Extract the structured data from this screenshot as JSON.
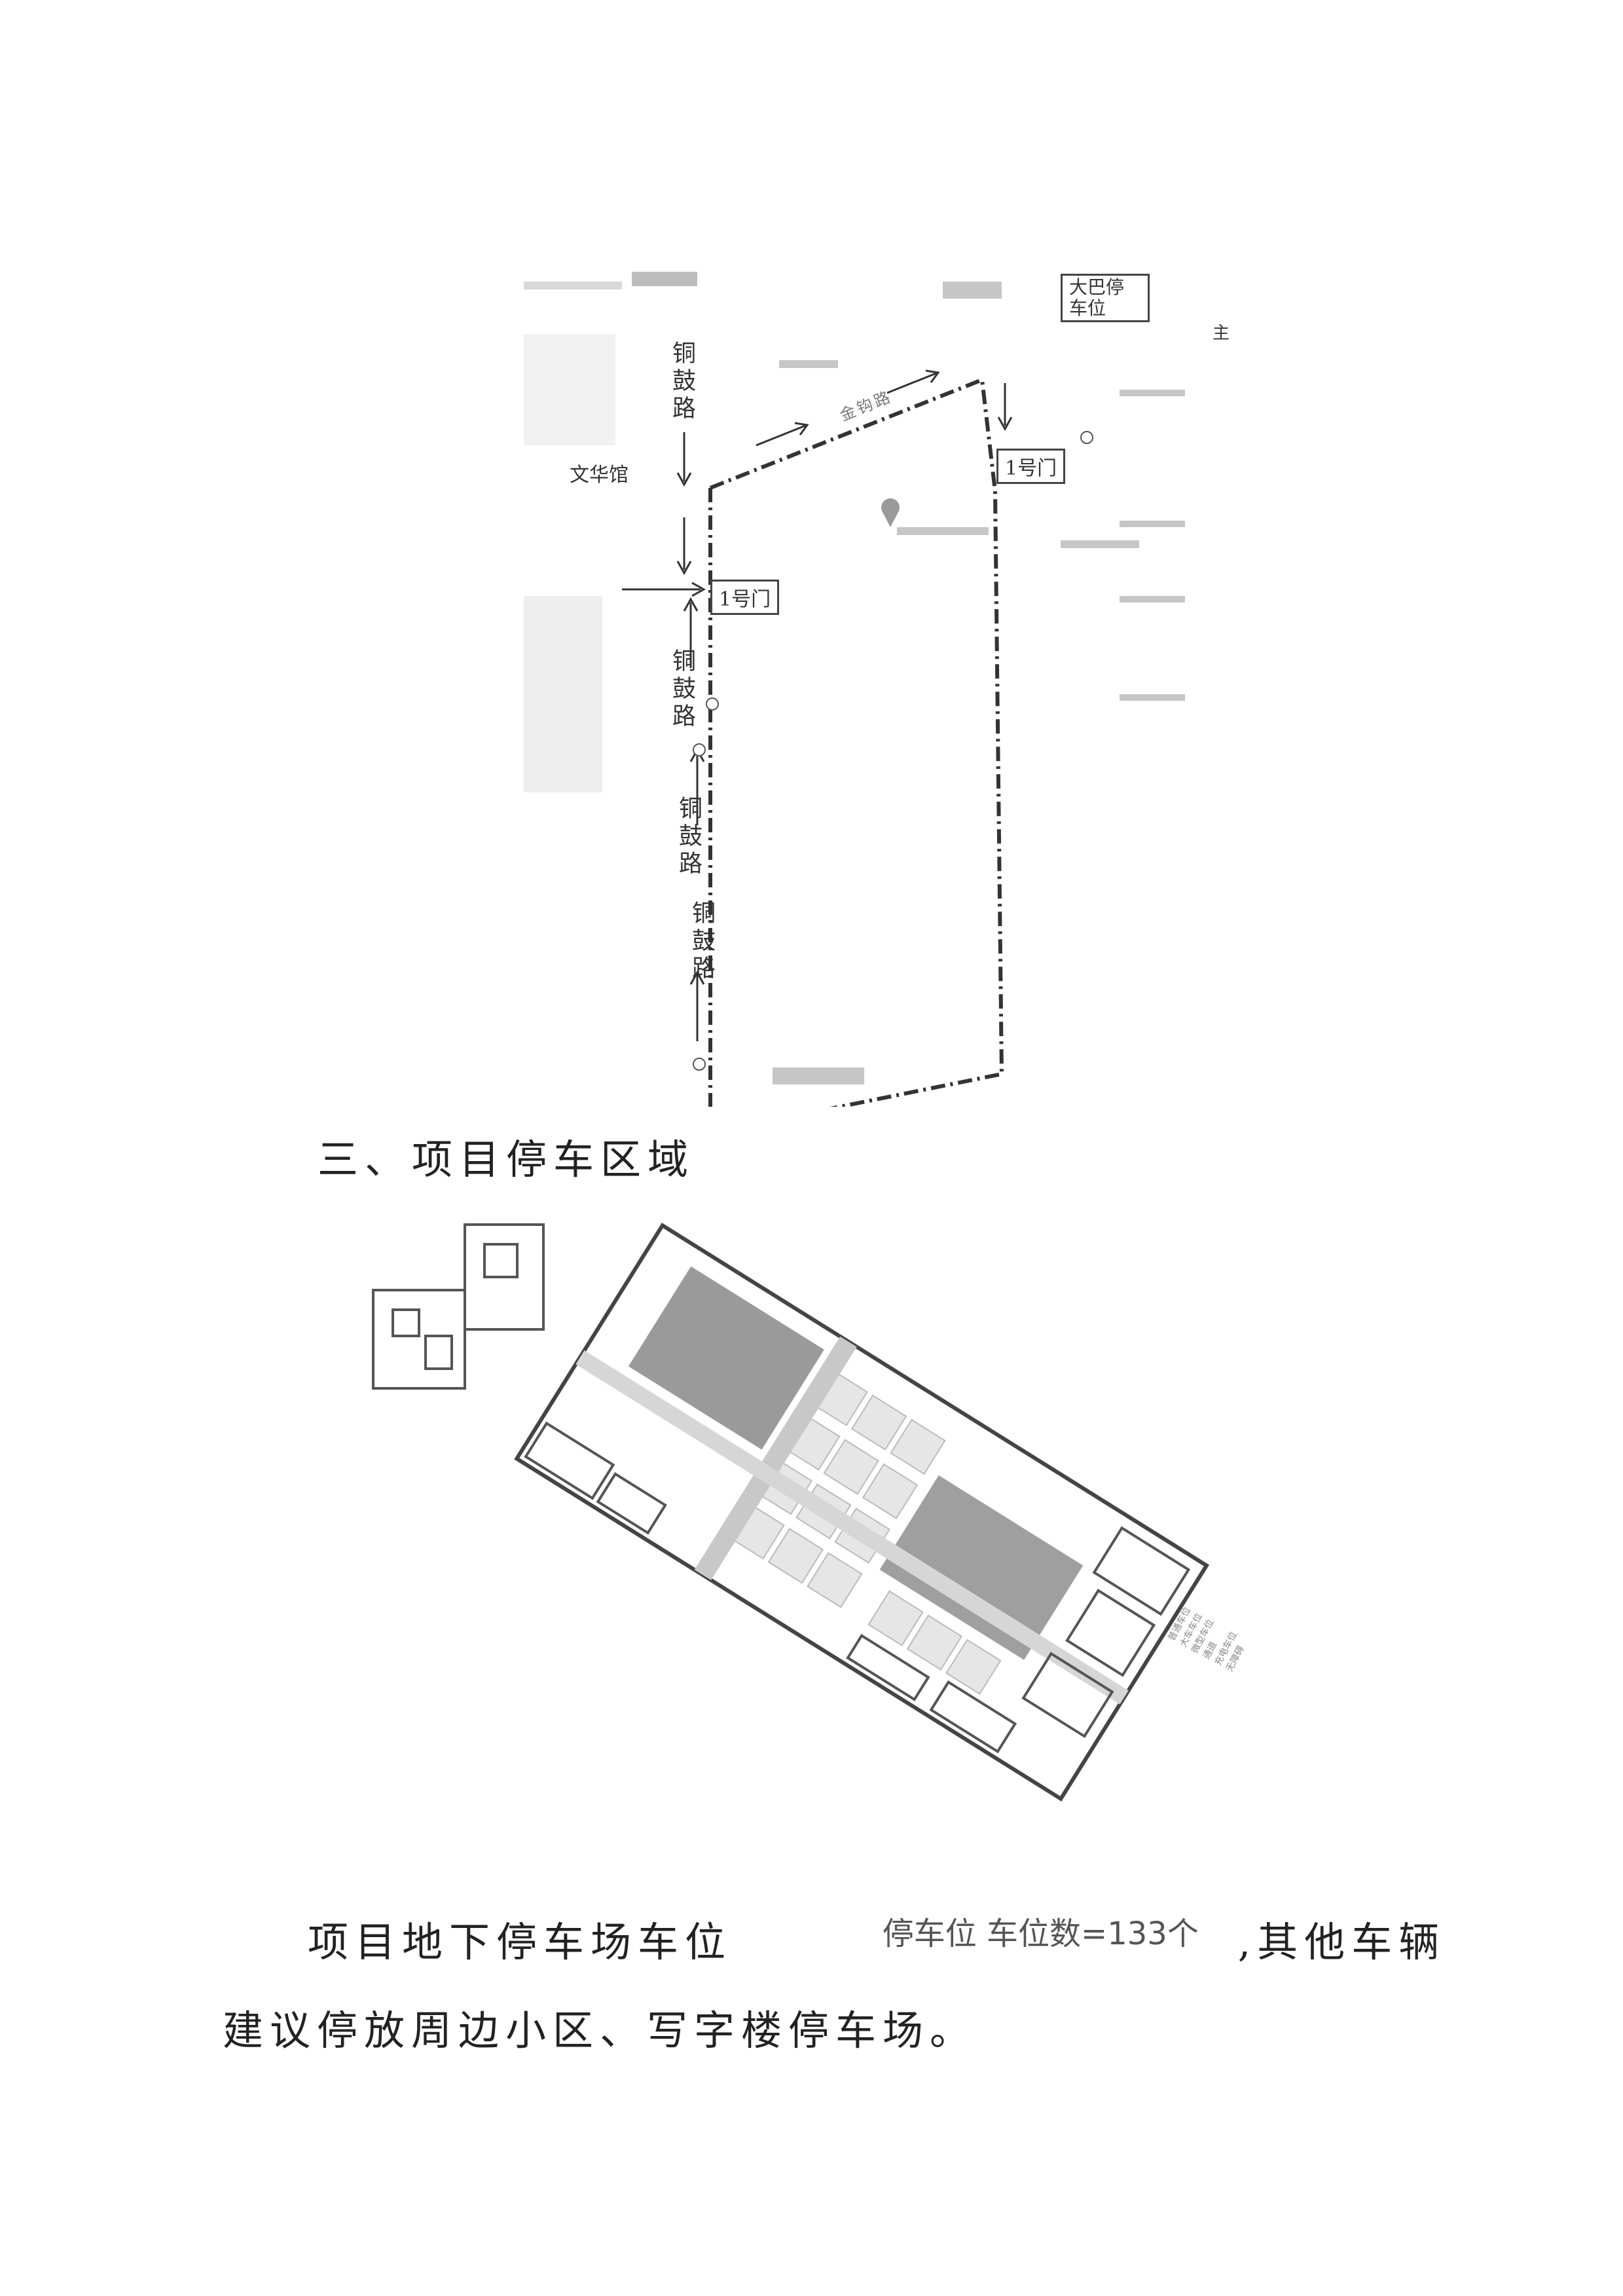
{
  "map": {
    "road_label_left": "铜鼓路",
    "road_label_left_mid": "铜鼓路",
    "road_label_left_low1": "铜鼓路",
    "road_label_left_low2": "铜鼓路",
    "road_label_top": "金钩路",
    "place_wenhua": "文华馆",
    "gate1": "1号门",
    "gate2": "1号门",
    "bus_parking": "大巴停车位",
    "edge_glyph": "主"
  },
  "section3": {
    "heading": "三、项目停车区域"
  },
  "plan_legend": {
    "items": [
      "普通车位",
      "大车车位",
      "微型车位",
      "通道",
      "充电车位",
      "无障碍"
    ]
  },
  "paragraph": {
    "part1": "项目地下停车场车位",
    "inline": "停车位 车位数=133个",
    "part2": ",其他车辆",
    "line2": "建议停放周边小区、写字楼停车场。"
  },
  "colors": {
    "text": "#222222",
    "plan_gray": "#9a9a9a",
    "plan_light": "#e6e6e6",
    "dash": "#333333"
  }
}
